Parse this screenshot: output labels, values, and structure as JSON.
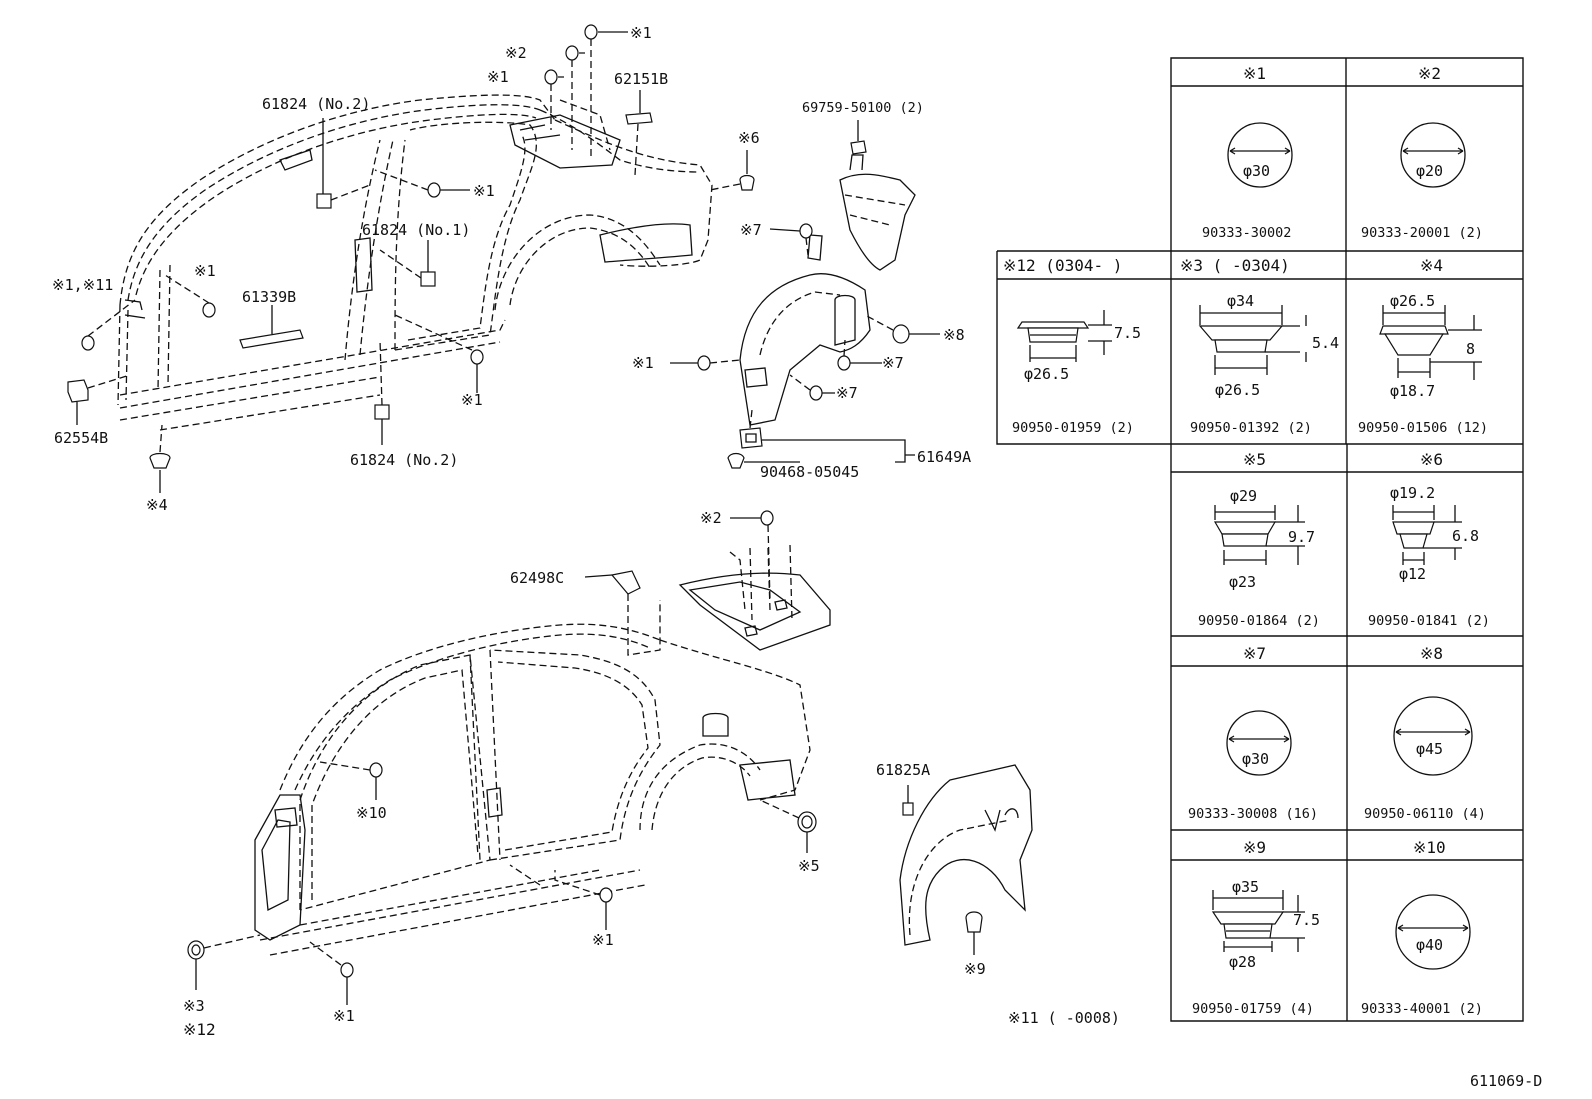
{
  "diagram_code": "611069-D",
  "callouts": {
    "c_61824_no2_top": "61824 (No.2)",
    "c_62151b": "62151B",
    "c_69759": "69759-50100 (2)",
    "c_61824_no1": "61824 (No.1)",
    "c_61339b": "61339B",
    "c_62554b": "62554B",
    "c_61824_no2_bottom": "61824 (No.2)",
    "c_90468": "90468-05045",
    "c_61649a": "61649A",
    "c_62498c": "62498C",
    "c_61825a": "61825A"
  },
  "markers": {
    "m1": "※1",
    "m2": "※2",
    "m3": "※3",
    "m4": "※4",
    "m5": "※5",
    "m6": "※6",
    "m7": "※7",
    "m8": "※8",
    "m9": "※9",
    "m10": "※10",
    "m12": "※12",
    "m1_11": "※1,※11",
    "note11": "※11 (        -0008)"
  },
  "table": {
    "c1": {
      "header": "※1",
      "dia": "φ30",
      "part": "90333-30002"
    },
    "c2": {
      "header": "※2",
      "dia": "φ20",
      "part": "90333-20001 (2)"
    },
    "c12": {
      "header": "※12 (0304-      )",
      "d1": "φ26.5",
      "h": "7.5",
      "part": "90950-01959 (2)"
    },
    "c3": {
      "header": "※3 (       -0304)",
      "d1": "φ34",
      "d2": "φ26.5",
      "h": "5.4",
      "part": "90950-01392 (2)"
    },
    "c4": {
      "header": "※4",
      "d1": "φ26.5",
      "d2": "φ18.7",
      "h": "8",
      "part": "90950-01506 (12)"
    },
    "c5": {
      "header": "※5",
      "d1": "φ29",
      "d2": "φ23",
      "h": "9.7",
      "part": "90950-01864 (2)"
    },
    "c6": {
      "header": "※6",
      "d1": "φ19.2",
      "d2": "φ12",
      "h": "6.8",
      "part": "90950-01841 (2)"
    },
    "c7": {
      "header": "※7",
      "dia": "φ30",
      "part": "90333-30008 (16)"
    },
    "c8": {
      "header": "※8",
      "dia": "φ45",
      "part": "90950-06110 (4)"
    },
    "c9": {
      "header": "※9",
      "d1": "φ35",
      "d2": "φ28",
      "h": "7.5",
      "part": "90950-01759 (4)"
    },
    "c10": {
      "header": "※10",
      "dia": "φ40",
      "part": "90333-40001 (2)"
    }
  }
}
